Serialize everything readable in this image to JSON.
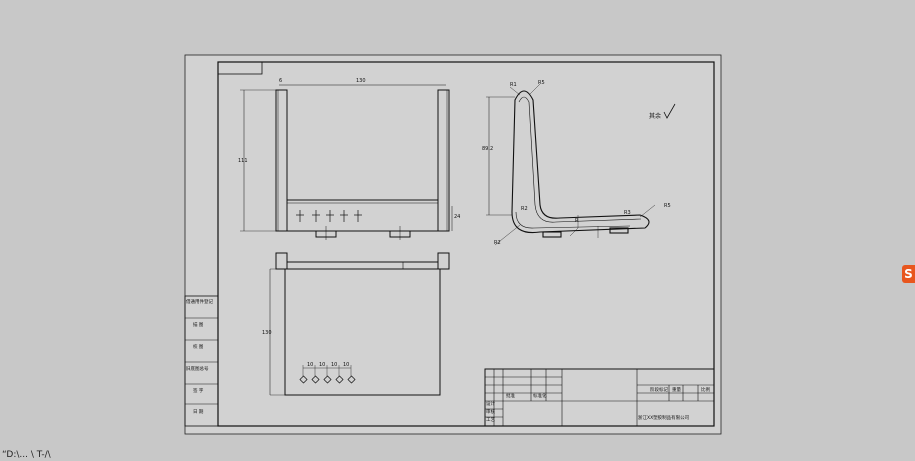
{
  "status_text": "“D:\\... \\  T-/\\",
  "side_icon_glyph": "S",
  "colors": {
    "workspace": "#c8c8c8",
    "paper": "#d2d2d2",
    "ink": "#111111",
    "icon": "#e8561e"
  },
  "dims": {
    "top_width": "130",
    "top_left": "6",
    "top_height": "111",
    "top_right": "24",
    "bottom_height": "130",
    "bottom_holes": [
      "10",
      "10",
      "10",
      "10"
    ],
    "side_height": "89.2",
    "side_top_r1": "R1",
    "side_top_r2": "R5",
    "side_inner_r": "R2",
    "side_corner_r": "R2",
    "side_right_r": "R5",
    "side_slope": "R3",
    "side_small": "R"
  },
  "roughness_label": "其余",
  "left_stamp": [
    {
      "label": "借通用件登记"
    },
    {
      "label": "描 图"
    },
    {
      "label": "校 图"
    },
    {
      "label": "旧底图总号"
    },
    {
      "label": "签 字"
    },
    {
      "label": "日 期"
    }
  ],
  "title_block": {
    "company": "浙江XX塑胶制品有限公司",
    "header_cells": [
      "阶段标记",
      "重量",
      "比例"
    ],
    "rev_labels": [
      "设计",
      "审核",
      "工艺",
      "批准",
      "标准化"
    ]
  }
}
